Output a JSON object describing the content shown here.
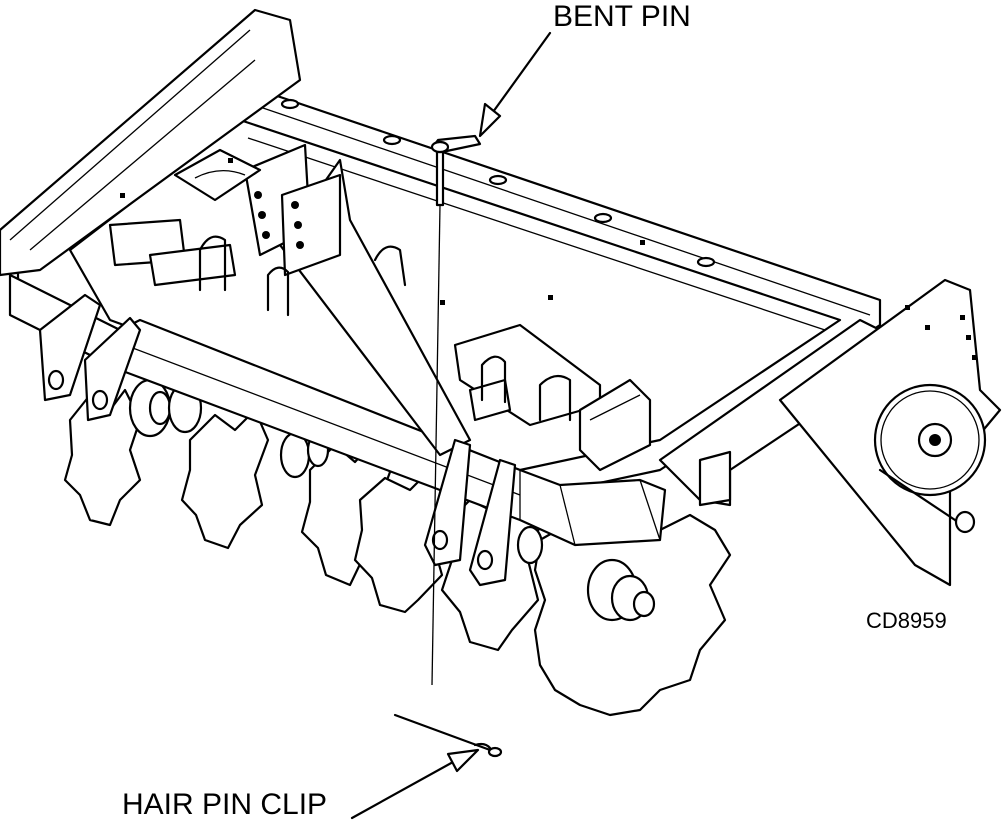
{
  "labels": {
    "bent_pin": "BENT PIN",
    "hair_pin_clip": "HAIR PIN CLIP",
    "drawing_code": "CD8959"
  },
  "colors": {
    "line": "#000000",
    "background": "#ffffff"
  }
}
